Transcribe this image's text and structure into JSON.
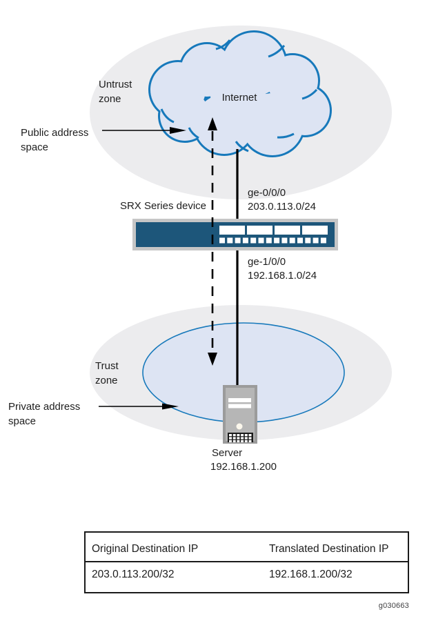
{
  "colors": {
    "diagram_blue": "#1779bb",
    "cloud_fill": "#dde4f3",
    "zone_gray": "#ececee",
    "device_frame_gray": "#c6c6c6",
    "device_blue": "#1d567a",
    "server_frame_gray": "#9b9b9b",
    "server_body_gray": "#b6b6b6",
    "line_black": "#000000"
  },
  "diagram": {
    "untrust_zone": {
      "line1": "Untrust",
      "line2": "zone"
    },
    "internet": "Internet",
    "public_address": {
      "line1": "Public address",
      "line2": "space"
    },
    "srx_device": "SRX Series device",
    "ge0": {
      "name": "ge-0/0/0",
      "subnet": "203.0.113.0/24"
    },
    "ge1": {
      "name": "ge-1/0/0",
      "subnet": "192.168.1.0/24"
    },
    "trust_zone": {
      "line1": "Trust",
      "line2": "zone"
    },
    "private_address": {
      "line1": "Private address",
      "line2": "space"
    },
    "server": {
      "label": "Server",
      "ip": "192.168.1.200"
    }
  },
  "nat_table": {
    "headers": [
      "Original Destination IP",
      "Translated Destination IP"
    ],
    "rows": [
      [
        "203.0.113.200/32",
        "192.168.1.200/32"
      ]
    ]
  },
  "figure_id": "g030663"
}
